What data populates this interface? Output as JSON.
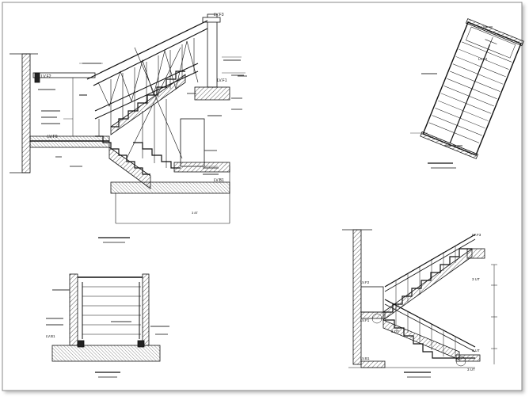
{
  "frame_color": "#8a8a8a",
  "line_color": "#111111",
  "section_top": {
    "level_labels": [
      "LV.F3",
      "LV.F2",
      "LV.F1",
      "LV.F0",
      "LV.B1"
    ],
    "dims": [
      "3 8T"
    ]
  },
  "plan_view": {
    "level_label": "LV.F2"
  },
  "detail_view": {
    "level_label": "LV.B1"
  },
  "section_right": {
    "level_labels": [
      "LV.F3",
      "LV.F2",
      "LV.F1",
      "LV.B1"
    ],
    "dims": [
      "3 UT",
      "3 UT",
      "3 UT",
      "3 UT"
    ]
  }
}
